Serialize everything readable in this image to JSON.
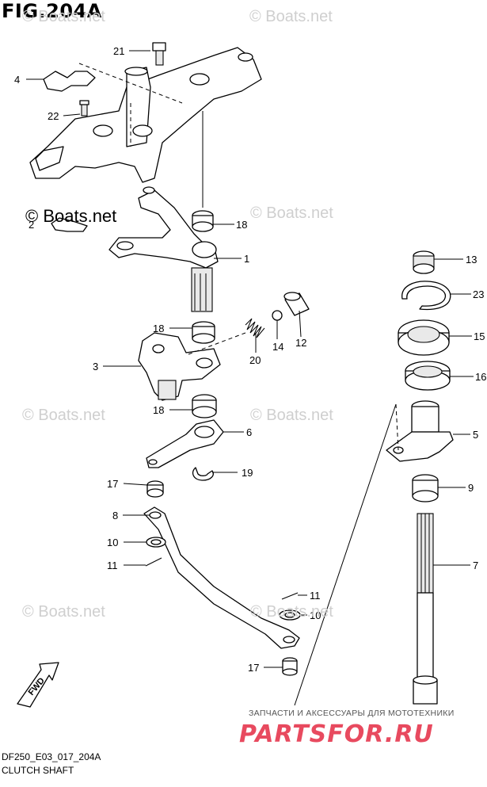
{
  "figure": {
    "title": "FIG.204A",
    "model_code": "DF250_E03_017_204A",
    "subtitle": "CLUTCH SHAFT"
  },
  "watermark": {
    "text": "© Boats.net"
  },
  "direction_arrow": {
    "label": "FWD"
  },
  "shop_banner": {
    "tagline": "ЗАПЧАСТИ И АКСЕССУАРЫ ДЛЯ МОТОТЕХНИКИ",
    "logo": "PARTSFOR.RU"
  },
  "callouts": [
    "21",
    "4",
    "22",
    "2",
    "18",
    "1",
    "13",
    "23",
    "15",
    "16",
    "18",
    "14",
    "12",
    "3",
    "20",
    "18",
    "6",
    "5",
    "17",
    "19",
    "9",
    "8",
    "10",
    "11",
    "7",
    "11",
    "10",
    "17"
  ]
}
